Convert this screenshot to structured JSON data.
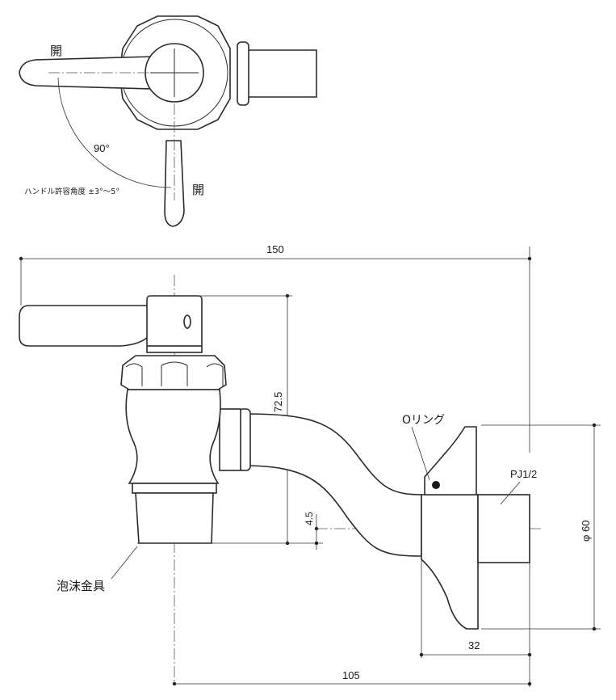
{
  "top_view": {
    "label_open_1": "開",
    "label_open_2": "開",
    "angle": "90°",
    "tolerance": "ハンドル許容角度 ±3°〜5°"
  },
  "side_view": {
    "dim_total_width": "150",
    "dim_height": "72.5",
    "dim_offset": "4.5",
    "dim_depth": "32",
    "dim_projection": "105",
    "dim_diameter": "φ 60",
    "label_oring": "Oリング",
    "label_thread": "PJ1/2",
    "label_aerator": "泡沫金具"
  },
  "colors": {
    "line": "#2a2a2a",
    "background": "#ffffff"
  }
}
